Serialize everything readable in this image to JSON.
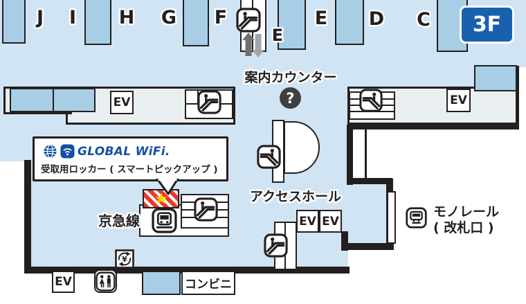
{
  "floor_badge": {
    "label": "3F"
  },
  "counters": {
    "letters": [
      "J",
      "I",
      "H",
      "G",
      "F",
      "E",
      "E",
      "D",
      "C"
    ]
  },
  "labels": {
    "info_counter": "案内カウンター",
    "help_mark": "?",
    "access_hall": "アクセスホール",
    "keikyu_line": "京急線",
    "monorail": "モノレール",
    "monorail_sub": "( 改札口 )",
    "elevator": "EV",
    "convenience_store": "コンビニ"
  },
  "callout": {
    "brand": "GLOBAL WiFi.",
    "description": "受取用ロッカー ( スマートピックアップ )"
  },
  "icons": {
    "escalator": "escalator-icon",
    "train": "train-icon",
    "monorail": "monorail-icon",
    "restroom": "restroom-icon",
    "currency_exchange": "yen-exchange-icon",
    "help": "question-icon",
    "globe": "globe-icon",
    "wifi": "wifi-icon",
    "star": "star-icon",
    "up_down_arrows": "updown-arrows-icon"
  },
  "colors": {
    "floor": "#d1e4f4",
    "accent": "#a8cee6",
    "band": "#e9eef0",
    "wall": "#231f20",
    "badge": "#1961ac",
    "brand": "#164fa2",
    "marker_red": "#e8392f",
    "star": "#ffd400",
    "help_circle": "#3f3f3f"
  }
}
